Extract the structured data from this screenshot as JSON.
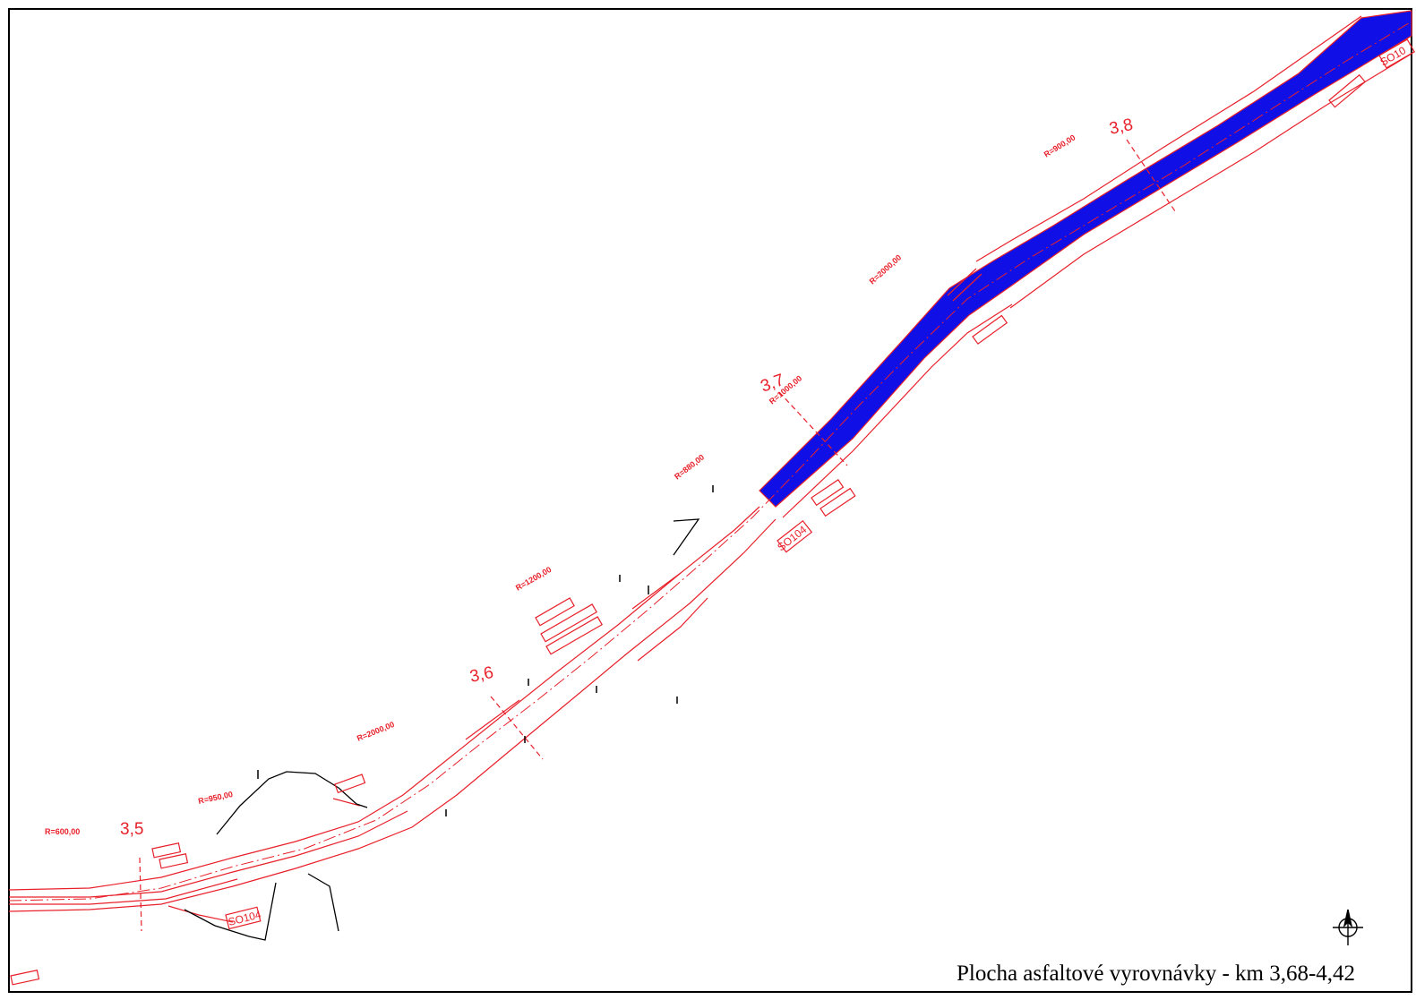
{
  "caption": "Plocha asfaltové vyrovnávky - km 3,68-4,42",
  "colors": {
    "road_edge": "#e8202a",
    "asphalt_area": "#1010e6",
    "terrain": "#000000",
    "frame": "#000000"
  },
  "km_markers": [
    {
      "id": "km-3-5",
      "label": "3,5"
    },
    {
      "id": "km-3-6",
      "label": "3,6"
    },
    {
      "id": "km-3-7",
      "label": "3,7"
    },
    {
      "id": "km-3-8",
      "label": "3,8"
    }
  ],
  "radius_labels": [
    {
      "id": "r-600",
      "label": "R=600,00"
    },
    {
      "id": "r-950",
      "label": "R=950,00"
    },
    {
      "id": "r-2000-a",
      "label": "R=2000,00"
    },
    {
      "id": "r-1200",
      "label": "R=1200,00"
    },
    {
      "id": "r-880",
      "label": "R=880,00"
    },
    {
      "id": "r-1000",
      "label": "R=1000,00"
    },
    {
      "id": "r-2000-b",
      "label": "R=2000,00"
    },
    {
      "id": "r-900",
      "label": "R=900,00"
    }
  ],
  "object_labels": [
    {
      "id": "so104-a",
      "label": "SO104"
    },
    {
      "id": "so104-b",
      "label": "SO104"
    },
    {
      "id": "so10-edge",
      "label": "SO10"
    }
  ],
  "icons": {
    "north_arrow": "north-arrow-icon"
  }
}
